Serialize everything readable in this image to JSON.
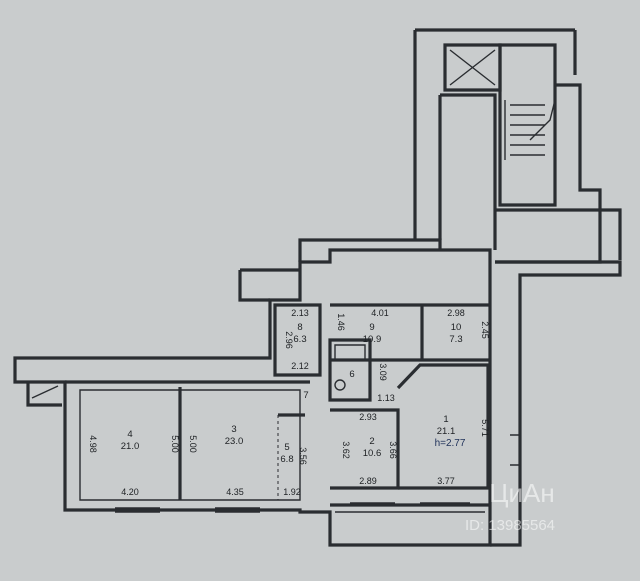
{
  "rooms": [
    {
      "num": "1",
      "area": "21.1",
      "height": "h=2.77"
    },
    {
      "num": "2",
      "area": "10.6"
    },
    {
      "num": "3",
      "area": "23.0"
    },
    {
      "num": "4",
      "area": "21.0"
    },
    {
      "num": "5",
      "area": "6.8"
    },
    {
      "num": "6"
    },
    {
      "num": "7"
    },
    {
      "num": "8",
      "area": "6.3"
    },
    {
      "num": "9",
      "area": "10.9"
    },
    {
      "num": "10",
      "area": "7.3"
    }
  ],
  "dimensions": [
    "2.13",
    "4.01",
    "2.98",
    "2.96",
    "1.46",
    "2.45",
    "2.12",
    "3.09",
    "1.13",
    "2.93",
    "4.98",
    "5.00",
    "5.00",
    "3.56",
    "3.62",
    "3.66",
    "5.71",
    "4.20",
    "4.35",
    "1.92",
    "2.89",
    "3.77"
  ],
  "watermark": {
    "brand": "ЦиАн",
    "id": "ID: 13985564"
  }
}
